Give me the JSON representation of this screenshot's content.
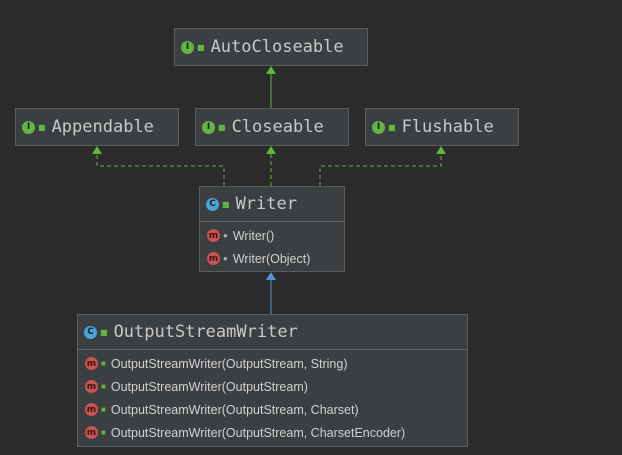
{
  "nodes": {
    "autocloseable": {
      "name": "AutoCloseable",
      "badge": "I",
      "kind": "interface"
    },
    "appendable": {
      "name": "Appendable",
      "badge": "I",
      "kind": "interface"
    },
    "closeable": {
      "name": "Closeable",
      "badge": "I",
      "kind": "interface"
    },
    "flushable": {
      "name": "Flushable",
      "badge": "I",
      "kind": "interface"
    },
    "writer": {
      "name": "Writer",
      "badge": "C",
      "kind": "abstract-class",
      "members": [
        {
          "badge": "m",
          "label": "Writer()",
          "visibility": "package-private"
        },
        {
          "badge": "m",
          "label": "Writer(Object)",
          "visibility": "package-private"
        }
      ]
    },
    "outputstreamwriter": {
      "name": "OutputStreamWriter",
      "badge": "C",
      "kind": "class",
      "members": [
        {
          "badge": "m",
          "label": "OutputStreamWriter(OutputStream, String)",
          "visibility": "public"
        },
        {
          "badge": "m",
          "label": "OutputStreamWriter(OutputStream)",
          "visibility": "public"
        },
        {
          "badge": "m",
          "label": "OutputStreamWriter(OutputStream, Charset)",
          "visibility": "public"
        },
        {
          "badge": "m",
          "label": "OutputStreamWriter(OutputStream, CharsetEncoder)",
          "visibility": "public"
        }
      ]
    }
  },
  "edges": [
    {
      "from": "closeable",
      "to": "autocloseable",
      "kind": "extends",
      "color": "#62b543"
    },
    {
      "from": "writer",
      "to": "appendable",
      "kind": "implements",
      "color": "#62b543"
    },
    {
      "from": "writer",
      "to": "closeable",
      "kind": "implements",
      "color": "#62b543"
    },
    {
      "from": "writer",
      "to": "flushable",
      "kind": "implements",
      "color": "#62b543"
    },
    {
      "from": "outputstreamwriter",
      "to": "writer",
      "kind": "extends",
      "color": "#5b8fd9"
    }
  ],
  "colors": {
    "background": "#2b2b2c",
    "node_fill": "#3c3f41",
    "interface_badge": "#62b543",
    "class_badge": "#4aa3d8",
    "method_badge": "#c75450",
    "extends_arrow": "#5b8fd9"
  }
}
